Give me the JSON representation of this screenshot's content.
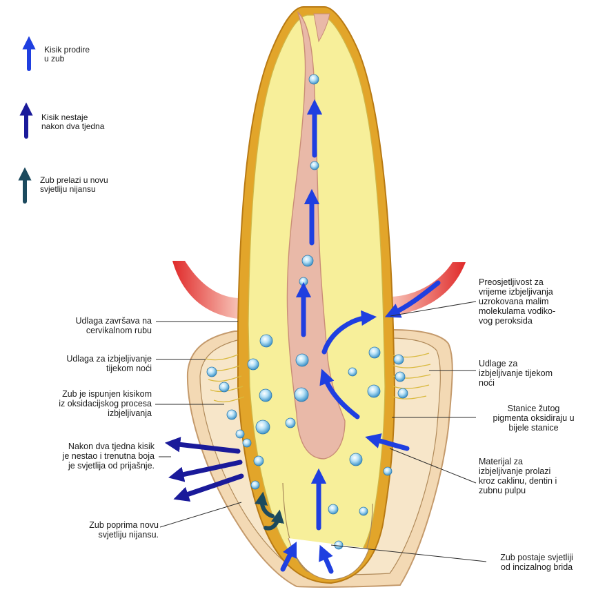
{
  "legend": [
    {
      "icon": "blue-arrow-icon",
      "color": "#1f3fe0",
      "lines": [
        "Kisik prodire",
        "u zub"
      ]
    },
    {
      "icon": "dark-blue-arrow-icon",
      "color": "#1a1a9a",
      "lines": [
        "Kisik nestaje",
        "nakon dva tjedna"
      ]
    },
    {
      "icon": "teal-arrow-icon",
      "color": "#1c4a5e",
      "lines": [
        "Zub prelazi u novu",
        "svjetliju nijansu"
      ]
    }
  ],
  "labels_left": {
    "cervical": [
      "Udlaga završava na",
      "cervikalnom rubu"
    ],
    "night_left": [
      "Udlaga za izbjeljivanje",
      "tijekom noći"
    ],
    "filled": [
      "Zub je ispunjen kisikom",
      "iz oksidacijskog procesa",
      "izbjeljivanja"
    ],
    "two_weeks": [
      "Nakon dva tjedna kisik",
      "je nestao i trenutna boja",
      "je svjetlija od prijašnje."
    ],
    "new_shade": [
      "Zub poprima novu",
      "svjetliju nijansu."
    ]
  },
  "labels_right": {
    "sensitivity": [
      "Preosjetljivost za",
      "vrijeme izbjeljivanja",
      "uzrokovana malim",
      "molekulama vodiko-",
      "vog peroksida"
    ],
    "night_right": [
      "Udlage za",
      "izbjeljivanje tijekom",
      "noći"
    ],
    "pigment": [
      "Stanice žutog",
      "pigmenta oksidiraju u",
      "bijele stanice"
    ],
    "material": [
      "Materijal za",
      "izbjeljivanje prolazi",
      "kroz caklinu, dentin i",
      "zubnu pulpu"
    ],
    "incisal": [
      "Zub postaje svjetliji",
      "od incizalnog brida"
    ]
  },
  "colors": {
    "enamel": "#e2a52a",
    "dentin": "#f7ef9a",
    "pulp": "#e9b9a8",
    "gum": "#e02a2a",
    "tray": "#f3d9b4",
    "arrow_blue": "#1f3fe0",
    "arrow_dark": "#1a1a9a",
    "arrow_teal": "#1c4a5e",
    "bubble": "#7fc4ea"
  }
}
